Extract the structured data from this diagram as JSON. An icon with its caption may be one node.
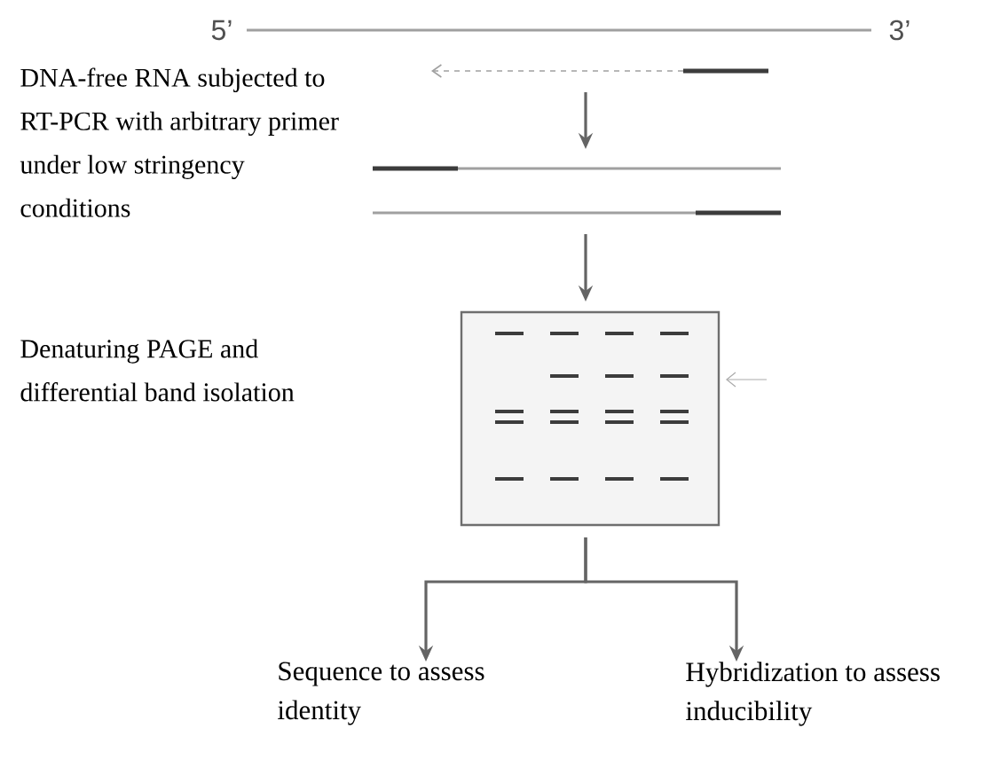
{
  "diagram": {
    "nodes": [
      {
        "text": [],
        "shape": "bar",
        "beside": [
          "5’",
          "3’"
        ]
      },
      {
        "text": [],
        "shape": "picture"
      },
      {
        "text": [],
        "shape": "picture"
      },
      {
        "text": [],
        "shape": "box"
      },
      {
        "text": [
          "Sequence to assess identity"
        ]
      },
      {
        "text": [
          "Hybridization to assess inducibility"
        ]
      }
    ],
    "edges": [
      {
        "from": 1,
        "to": 2,
        "arrow": "to"
      },
      {
        "from": 2,
        "to": 3,
        "arrow": "to"
      },
      {
        "from": 3,
        "to": 4,
        "arrow": "to"
      },
      {
        "from": 3,
        "to": 5,
        "arrow": "to"
      },
      {
        "from": null,
        "to": 3,
        "arrow": "to",
        "color": "#aaaaaa"
      }
    ],
    "labels": [
      "DNA-free RNA subjected to RT-PCR with arbitrary primer under low stringency conditions",
      "Denaturing PAGE and differential band isolation"
    ]
  }
}
